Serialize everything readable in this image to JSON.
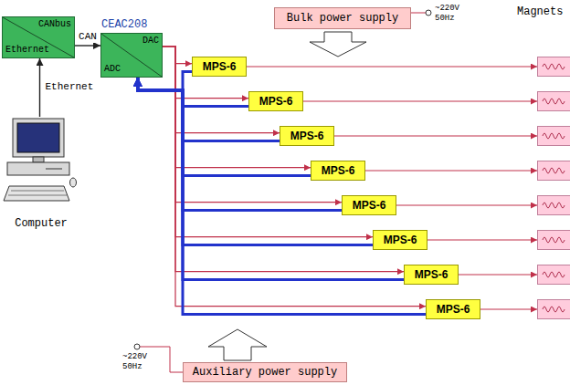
{
  "diagram": {
    "nodes": [
      {
        "text": [
          "CANbus",
          "Ethernet"
        ]
      },
      {
        "text": [
          "CEAC208",
          "DAC",
          "ADC"
        ]
      },
      {
        "text": [
          "Bulk power supply"
        ]
      },
      {
        "text": [
          "MPS-6"
        ]
      },
      {
        "text": [
          "MPS-6"
        ]
      },
      {
        "text": [
          "MPS-6"
        ]
      },
      {
        "text": [
          "MPS-6"
        ]
      },
      {
        "text": [
          "MPS-6"
        ]
      },
      {
        "text": [
          "MPS-6"
        ]
      },
      {
        "text": [
          "MPS-6"
        ]
      },
      {
        "text": [
          "MPS-6"
        ]
      },
      {
        "text": [
          "Computer"
        ]
      },
      {
        "text": [
          "Auxiliary power supply"
        ]
      }
    ],
    "edges": [
      {
        "from": 0,
        "to": 1,
        "arrow": "to",
        "label": "CAN"
      },
      {
        "from": 11,
        "to": 0,
        "arrow": "to",
        "label": "Ethernet"
      },
      {
        "from": 1,
        "to": 3,
        "arrow": "to"
      },
      {
        "from": 1,
        "to": 4,
        "arrow": "to"
      },
      {
        "from": 1,
        "to": 5,
        "arrow": "to"
      },
      {
        "from": 1,
        "to": 6,
        "arrow": "to"
      },
      {
        "from": 1,
        "to": 7,
        "arrow": "to"
      },
      {
        "from": 1,
        "to": 8,
        "arrow": "to"
      },
      {
        "from": 1,
        "to": 9,
        "arrow": "to"
      },
      {
        "from": 1,
        "to": 10,
        "arrow": "to"
      },
      {
        "from": 3,
        "to": 1,
        "arrow": "to"
      },
      {
        "from": 4,
        "to": 1,
        "arrow": "to"
      },
      {
        "from": 5,
        "to": 1,
        "arrow": "to"
      },
      {
        "from": 6,
        "to": 1,
        "arrow": "to"
      },
      {
        "from": 7,
        "to": 1,
        "arrow": "to"
      },
      {
        "from": 8,
        "to": 1,
        "arrow": "to"
      },
      {
        "from": 9,
        "to": 1,
        "arrow": "to"
      },
      {
        "from": 10,
        "to": 1,
        "arrow": "to"
      }
    ],
    "labels": [
      "Magnets",
      "~220V 50Hz",
      "~220V 50Hz"
    ]
  }
}
